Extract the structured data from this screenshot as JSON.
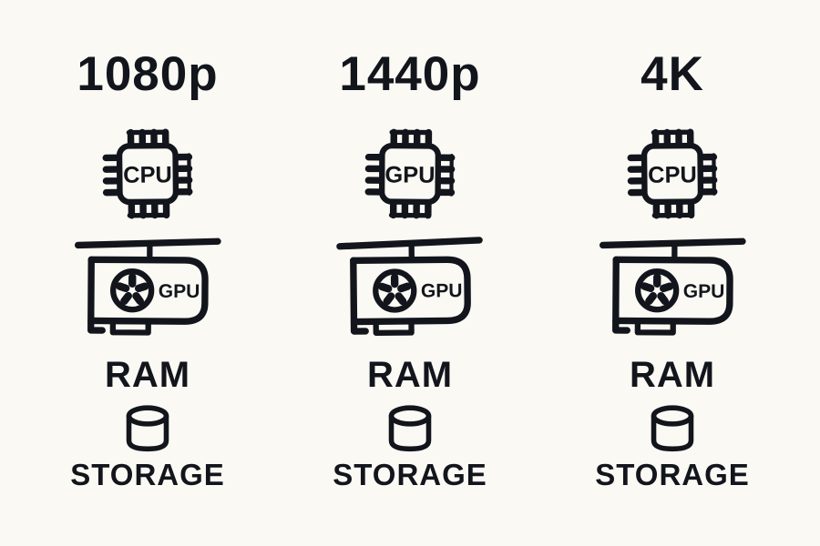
{
  "canvas": {
    "background_color": "#faf9f4",
    "ink_color": "#13151c"
  },
  "columns": [
    {
      "title": "1080p",
      "chip_label": "CPU",
      "gpu_card_label": "GPU",
      "ram_label": "RAM",
      "storage_label": "STORAGE"
    },
    {
      "title": "1440p",
      "chip_label": "GPU",
      "gpu_card_label": "GPU",
      "ram_label": "RAM",
      "storage_label": "STORAGE"
    },
    {
      "title": "4K",
      "chip_label": "CPU",
      "gpu_card_label": "GPU",
      "ram_label": "RAM",
      "storage_label": "STORAGE"
    }
  ]
}
